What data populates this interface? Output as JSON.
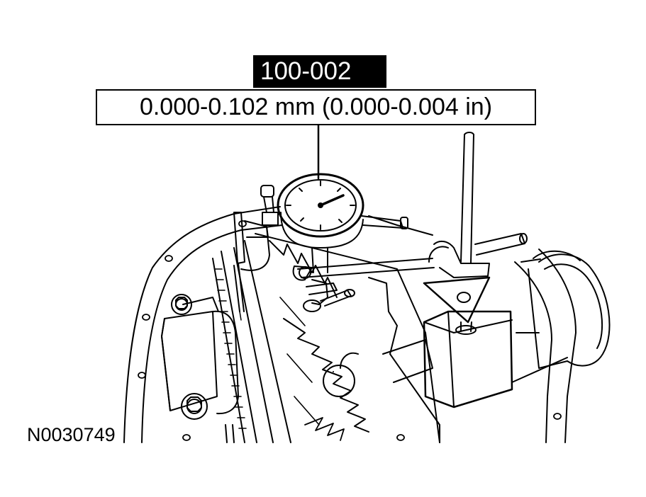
{
  "callout": {
    "tool_number": "100-002",
    "specification": "0.000-0.102 mm (0.000-0.004 in)"
  },
  "figure": {
    "id": "N0030749"
  },
  "colors": {
    "line": "#000000",
    "background": "#ffffff"
  },
  "icons": [
    "dial-indicator",
    "magnetic-base",
    "ring-gear",
    "differential-carrier"
  ]
}
